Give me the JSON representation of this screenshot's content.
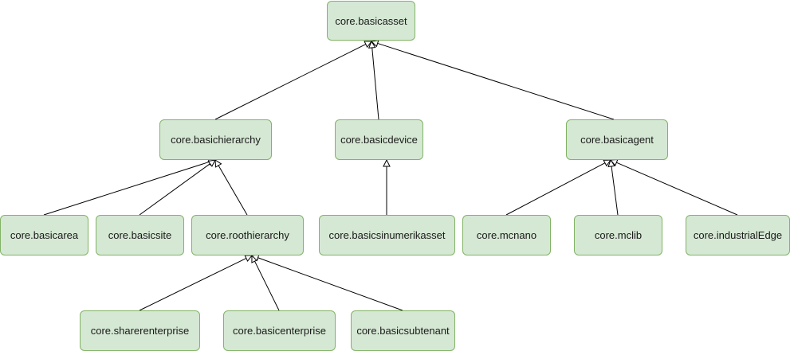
{
  "nodes": {
    "basicasset": "core.basicasset",
    "basichierarchy": "core.basichierarchy",
    "basicdevice": "core.basicdevice",
    "basicagent": "core.basicagent",
    "basicarea": "core.basicarea",
    "basicsite": "core.basicsite",
    "roothierarchy": "core.roothierarchy",
    "basicsinumerikasset": "core.basicsinumerikasset",
    "mcnano": "core.mcnano",
    "mclib": "core.mclib",
    "industrialedge": "core.industrialEdge",
    "sharerenterprise": "core.sharerenterprise",
    "basicenterprise": "core.basicenterprise",
    "basicsubtenant": "core.basicsubtenant"
  },
  "edges": [
    {
      "from": "basichierarchy",
      "to": "basicasset"
    },
    {
      "from": "basicdevice",
      "to": "basicasset"
    },
    {
      "from": "basicagent",
      "to": "basicasset"
    },
    {
      "from": "basicarea",
      "to": "basichierarchy"
    },
    {
      "from": "basicsite",
      "to": "basichierarchy"
    },
    {
      "from": "roothierarchy",
      "to": "basichierarchy"
    },
    {
      "from": "basicsinumerikasset",
      "to": "basicdevice"
    },
    {
      "from": "mcnano",
      "to": "basicagent"
    },
    {
      "from": "mclib",
      "to": "basicagent"
    },
    {
      "from": "industrialedge",
      "to": "basicagent"
    },
    {
      "from": "sharerenterprise",
      "to": "roothierarchy"
    },
    {
      "from": "basicenterprise",
      "to": "roothierarchy"
    },
    {
      "from": "basicsubtenant",
      "to": "roothierarchy"
    }
  ],
  "colors": {
    "node_fill": "#d5e8d4",
    "node_border": "#82b366",
    "edge": "#000000",
    "background": "#ffffff"
  },
  "arrow_style": "hollow-triangle"
}
